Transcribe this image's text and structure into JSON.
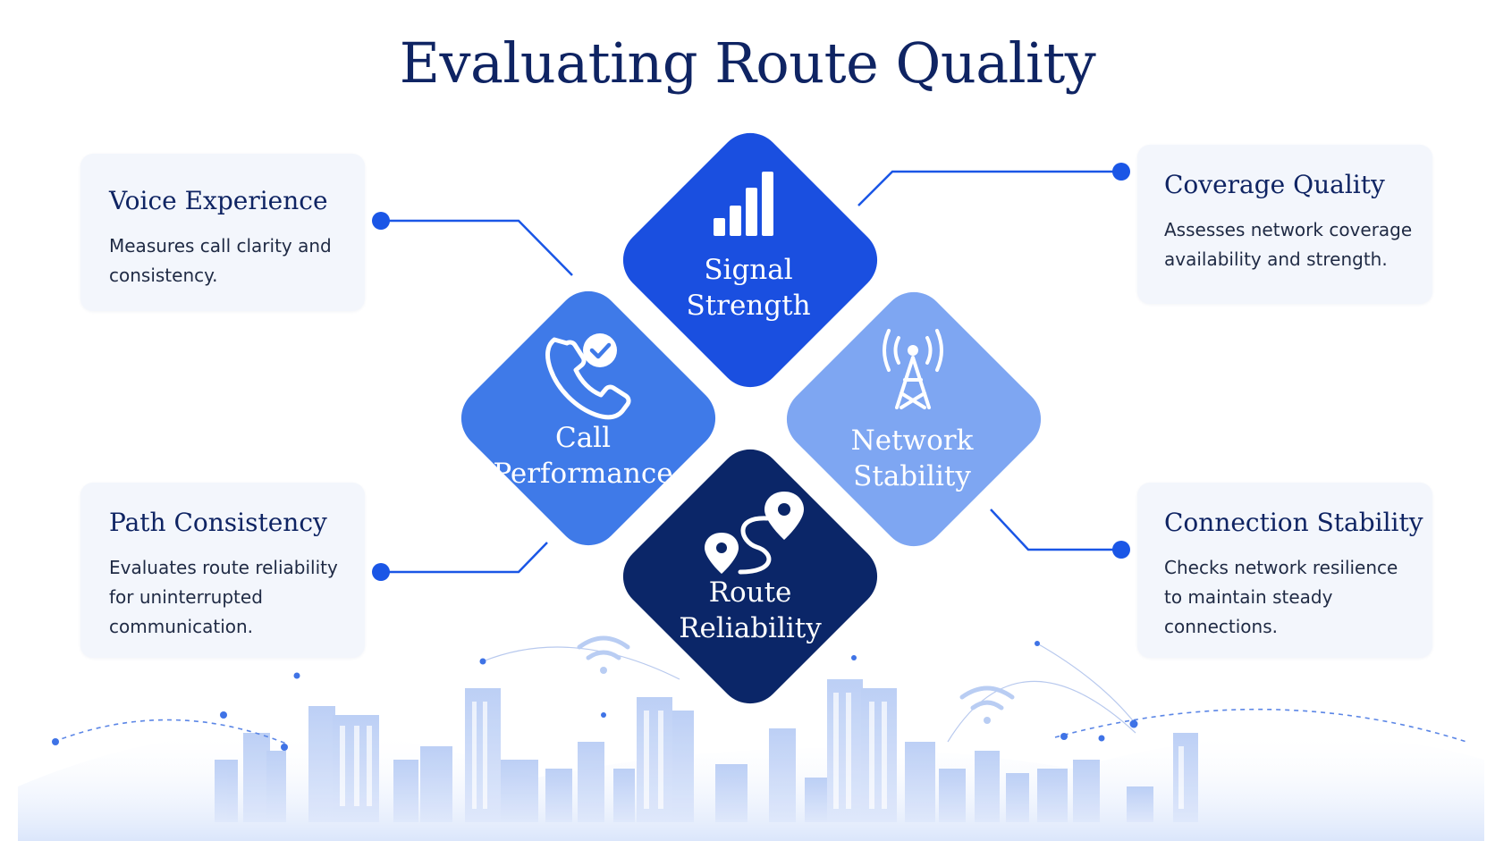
{
  "title": "Evaluating Route Quality",
  "colors": {
    "title": "#0f2463",
    "signal": "#1a4fe0",
    "call": "#3f7ae8",
    "network": "#7ea6f2",
    "route": "#0b2668",
    "connector": "#1a56e6",
    "card_bg": "#f3f6fc"
  },
  "diamonds": {
    "signal": {
      "line1": "Signal",
      "line2": "Strength",
      "icon": "signal-bars-icon"
    },
    "call": {
      "line1": "Call",
      "line2": "Performance",
      "icon": "phone-check-icon"
    },
    "network": {
      "line1": "Network",
      "line2": "Stability",
      "icon": "cell-tower-icon"
    },
    "route": {
      "line1": "Route",
      "line2": "Reliability",
      "icon": "route-pin-icon"
    }
  },
  "cards": {
    "voice": {
      "title": "Voice Experience",
      "line1": "Measures call clarity and",
      "line2": "consistency."
    },
    "coverage": {
      "title": "Coverage Quality",
      "line1": "Assesses network coverage",
      "line2": "availability and strength."
    },
    "path": {
      "title": "Path Consistency",
      "line1": "Evaluates route reliability",
      "line2": "for uninterrupted",
      "line3": "communication."
    },
    "connection": {
      "title": "Connection Stability",
      "line1": "Checks network resilience",
      "line2": "to maintain steady",
      "line3": "connections."
    }
  },
  "decor": {
    "skyline": "city-skyline-illustration",
    "wifi": "wifi-icon"
  }
}
